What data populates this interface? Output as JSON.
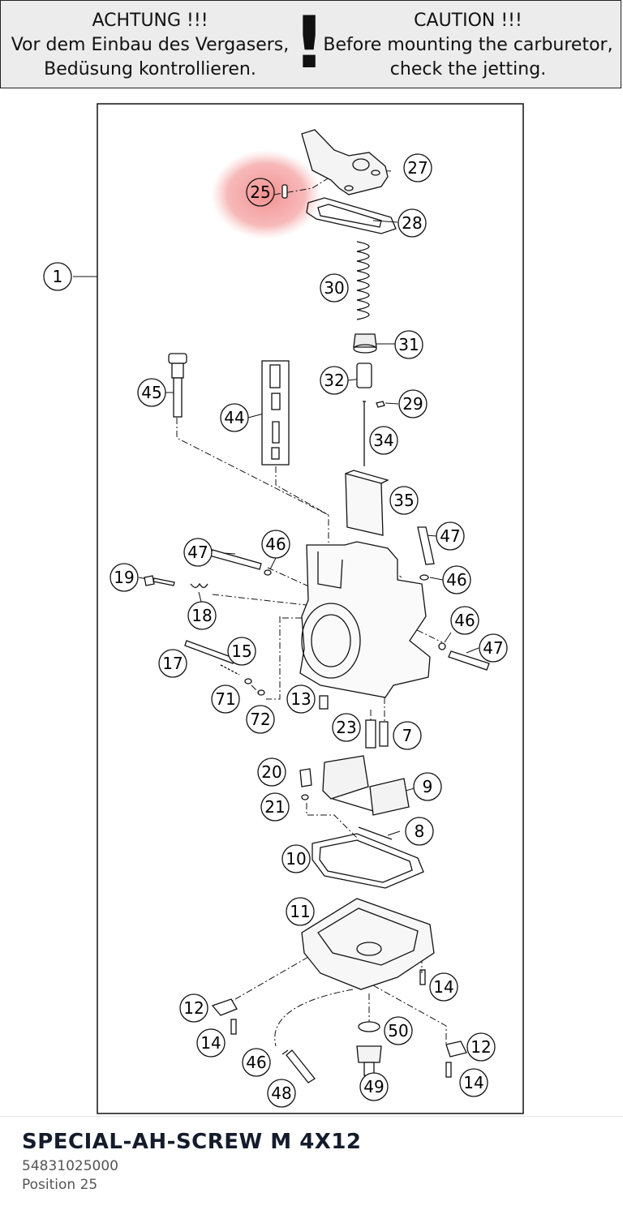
{
  "warning": {
    "de_title": "ACHTUNG !!!",
    "de_line1": "Vor dem Einbau des Vergasers,",
    "de_line2": "Bedüsung kontrollieren.",
    "symbol": "!",
    "en_title": "CAUTION !!!",
    "en_line1": "Before mounting the carburetor,",
    "en_line2": "check the jetting."
  },
  "diagram": {
    "highlight_color": "#f28a8a",
    "highlighted_callout": "25",
    "callouts": {
      "c1": "1",
      "c25": "25",
      "c27": "27",
      "c28": "28",
      "c30": "30",
      "c31": "31",
      "c32": "32",
      "c29": "29",
      "c34": "34",
      "c45": "45",
      "c44": "44",
      "c35": "35",
      "c47a": "47",
      "c46a": "46",
      "c47b": "47",
      "c19": "19",
      "c46b": "46",
      "c18": "18",
      "c46c": "46",
      "c47c": "47",
      "c17": "17",
      "c15": "15",
      "c71": "71",
      "c72": "72",
      "c13": "13",
      "c23": "23",
      "c7": "7",
      "c20": "20",
      "c9": "9",
      "c21": "21",
      "c8": "8",
      "c10": "10",
      "c11": "11",
      "c14a": "14",
      "c12a": "12",
      "c50": "50",
      "c14b": "14",
      "c12b": "12",
      "c46d": "46",
      "c14c": "14",
      "c49": "49",
      "c48": "48"
    }
  },
  "part": {
    "name": "SPECIAL-AH-SCREW M 4X12",
    "number": "54831025000",
    "position": "Position 25"
  }
}
